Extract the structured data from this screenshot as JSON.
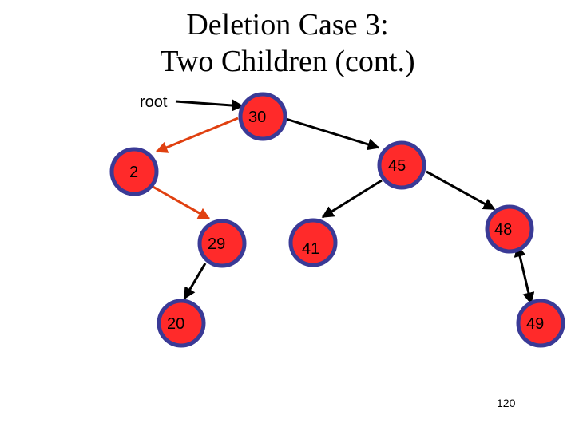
{
  "slide": {
    "title_line1": "Deletion Case 3:",
    "title_line2": "Two Children (cont.)",
    "page_number": "120"
  },
  "tree": {
    "root_label": "root",
    "nodes": [
      {
        "id": "n30",
        "label": "30"
      },
      {
        "id": "n2",
        "label": "2"
      },
      {
        "id": "n45",
        "label": "45"
      },
      {
        "id": "n29",
        "label": "29"
      },
      {
        "id": "n41",
        "label": "41"
      },
      {
        "id": "n48",
        "label": "48"
      },
      {
        "id": "n20",
        "label": "20"
      },
      {
        "id": "n49",
        "label": "49"
      }
    ],
    "edges": [
      {
        "from": "root",
        "to": "n30",
        "highlighted": false
      },
      {
        "from": "n30",
        "to": "n2",
        "highlighted": true
      },
      {
        "from": "n30",
        "to": "n45",
        "highlighted": false
      },
      {
        "from": "n2",
        "to": "n29",
        "highlighted": true
      },
      {
        "from": "n29",
        "to": "n20",
        "highlighted": false
      },
      {
        "from": "n45",
        "to": "n41",
        "highlighted": false
      },
      {
        "from": "n45",
        "to": "n48",
        "highlighted": false
      },
      {
        "from": "n48",
        "to": "n49",
        "highlighted": false
      }
    ],
    "colors": {
      "node_fill": "#ff2a2a",
      "node_border": "#3a3a96",
      "edge_default": "#000000",
      "edge_highlight": "#e04010"
    }
  }
}
